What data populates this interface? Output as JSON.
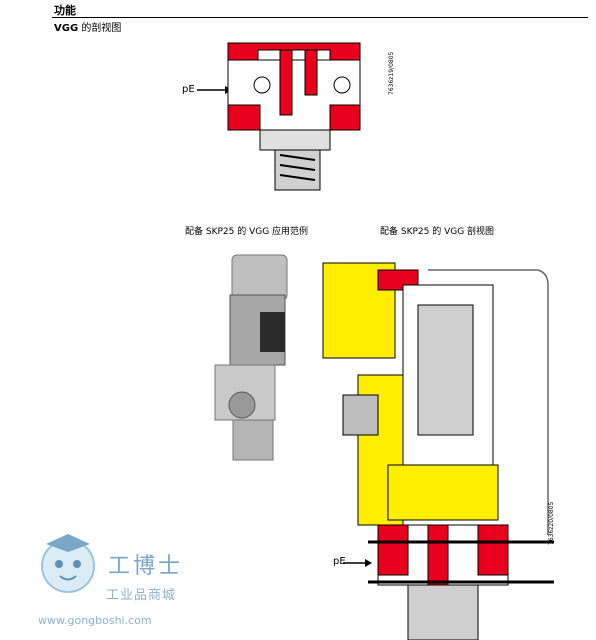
{
  "header": {
    "title": "功能"
  },
  "section": {
    "prefix": "VGG",
    "suffix": " 的剖视图"
  },
  "figure1": {
    "pressure_label": "pE",
    "code": "7636z19/0805"
  },
  "figure2": {
    "caption": "配备 SKP25 的 VGG 应用范例"
  },
  "figure3": {
    "caption": "配备 SKP25 的 VGG 剖视图",
    "pressure_label": "pE",
    "code": "7636z20/0805"
  },
  "watermark": {
    "title": "工博士",
    "subtitle": "工业品商城",
    "url": "www.gongboshi.com"
  },
  "colors": {
    "red": "#e8001c",
    "yellow": "#ffee00",
    "gray": "#bfbfbf",
    "dark": "#2b2b2b"
  }
}
